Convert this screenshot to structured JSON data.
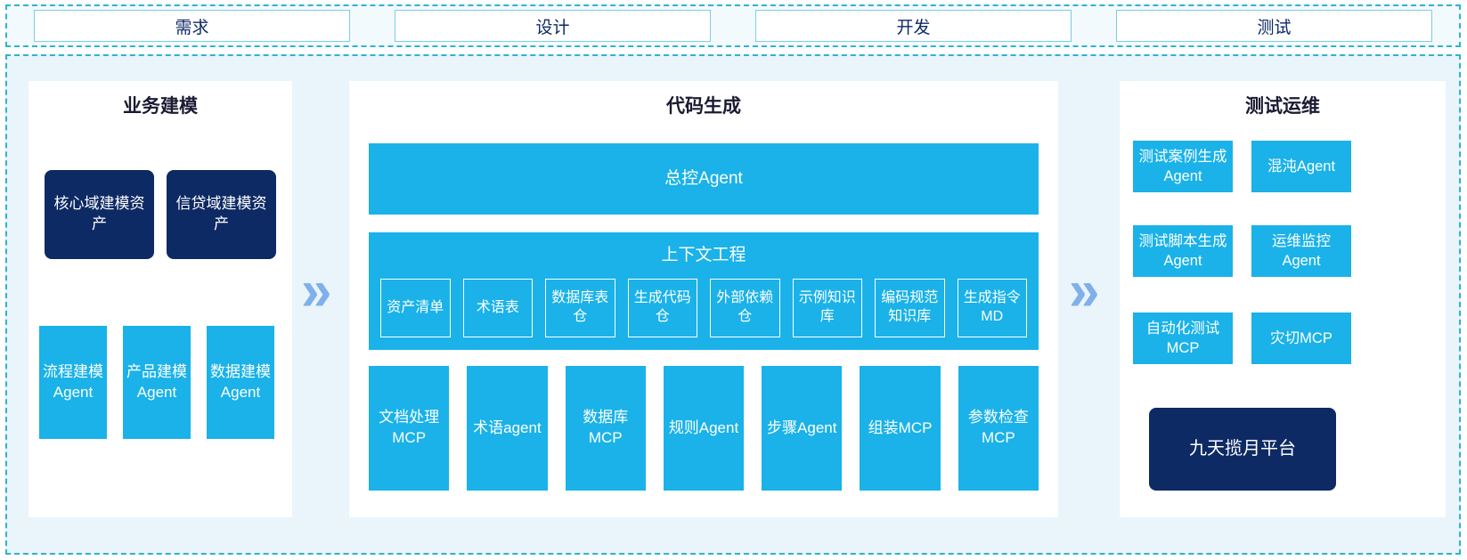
{
  "colors": {
    "page_bg": "#ffffff",
    "container_bg": "#e9f4fb",
    "dashed_border": "#2fb3cc",
    "cyan": "#1ab2e8",
    "navy": "#0e2a64",
    "chevron": "#7fb0ea"
  },
  "phases": [
    {
      "label": "需求"
    },
    {
      "label": "设计"
    },
    {
      "label": "开发"
    },
    {
      "label": "测试"
    }
  ],
  "panels": {
    "business": {
      "title": "业务建模",
      "assets": [
        {
          "label": "核心域建模资产"
        },
        {
          "label": "信贷域建模资产"
        }
      ],
      "agents": [
        {
          "label": "流程建模Agent"
        },
        {
          "label": "产品建模Agent"
        },
        {
          "label": "数据建模Agent"
        }
      ]
    },
    "codegen": {
      "title": "代码生成",
      "master_agent": "总控Agent",
      "context": {
        "title": "上下文工程",
        "items": [
          "资产清单",
          "术语表",
          "数据库表仓",
          "生成代码仓",
          "外部依赖仓",
          "示例知识库",
          "编码规范知识库",
          "生成指令MD"
        ]
      },
      "tools": [
        "文档处理MCP",
        "术语agent",
        "数据库MCP",
        "规则Agent",
        "步骤Agent",
        "组装MCP",
        "参数检查MCP"
      ]
    },
    "testing": {
      "title": "测试运维",
      "items": [
        "测试案例生成Agent",
        "混沌Agent",
        "测试脚本生成Agent",
        "运维监控Agent",
        "自动化测试MCP",
        "灾切MCP"
      ],
      "platform": "九天揽月平台"
    }
  },
  "arrow_glyph": "»"
}
